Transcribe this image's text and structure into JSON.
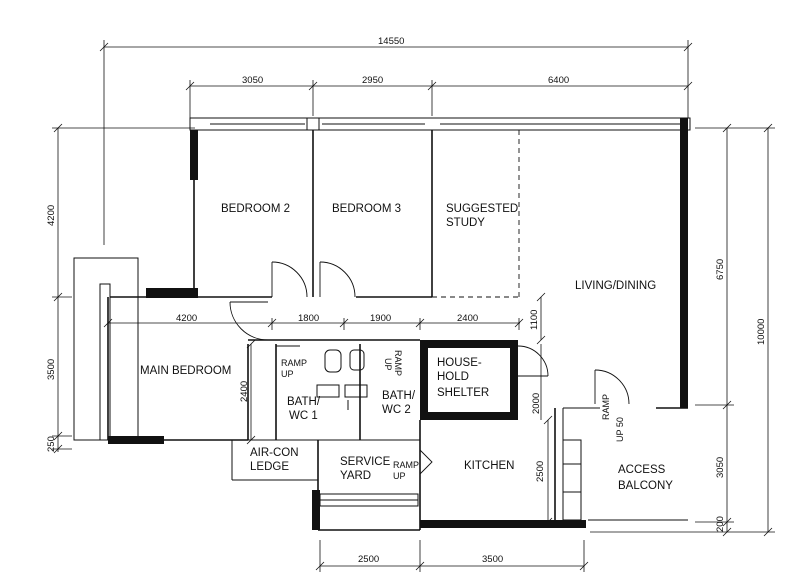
{
  "rooms": {
    "bedroom2": "BEDROOM 2",
    "bedroom3": "BEDROOM 3",
    "study_line1": "SUGGESTED",
    "study_line2": "STUDY",
    "living": "LIVING/DINING",
    "main_bedroom": "MAIN BEDROOM",
    "bath1_line1": "BATH/",
    "bath1_line2": "WC 1",
    "bath2_line1": "BATH/",
    "bath2_line2": "WC 2",
    "shelter_line1": "HOUSE-",
    "shelter_line2": "HOLD",
    "shelter_line3": "SHELTER",
    "aircon_line1": "AIR-CON",
    "aircon_line2": "LEDGE",
    "service_line1": "SERVICE",
    "service_line2": "YARD",
    "kitchen": "KITCHEN",
    "balcony_line1": "ACCESS",
    "balcony_line2": "BALCONY"
  },
  "ramps": {
    "ramp_word": "RAMP",
    "up_word": "UP",
    "up50_word": "UP 50"
  },
  "dimensions": {
    "overall_width": "14550",
    "top_3050": "3050",
    "top_2950": "2950",
    "top_6400": "6400",
    "mid_4200": "4200",
    "mid_1800": "1800",
    "mid_1900": "1900",
    "mid_2400": "2400",
    "bottom_2500": "2500",
    "bottom_3500": "3500",
    "left_4200": "4200",
    "left_3500": "3500",
    "left_250": "250",
    "right_6750": "6750",
    "right_10000": "10000",
    "right_3050": "3050",
    "right_200": "200",
    "corridor_1100": "1100",
    "bath_2400": "2400",
    "shelter_2000": "2000",
    "kitchen_2500": "2500"
  }
}
